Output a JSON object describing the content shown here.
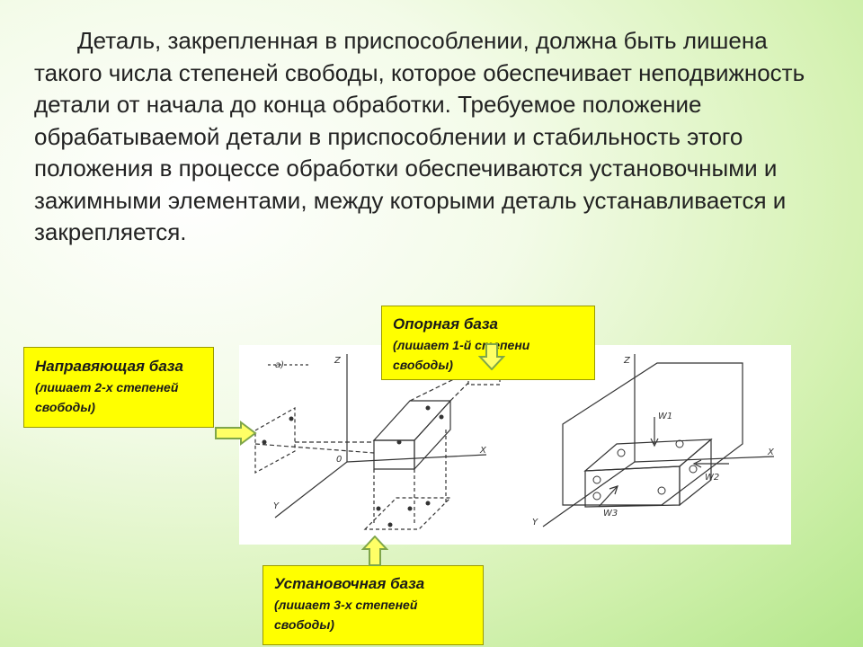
{
  "main_text": "Деталь, закрепленная в приспособлении, должна быть лишена такого числа степеней свободы, которое обеспечивает неподвижность детали от начала до конца обработки. Требуемое положение обрабатываемой детали в приспособлении и стабильность этого положения в процессе обработки обеспечиваются установочными и зажимными элементами, между которыми деталь устанавливается и закрепляется.",
  "callouts": {
    "guide": {
      "title": "Направяющая база",
      "note": "(лишает 2-х степеней свободы)"
    },
    "support": {
      "title": "Опорная база",
      "note": "(лишает 1-й степени свободы)"
    },
    "mount": {
      "title": "Установочная база",
      "note": "(лишает 3-х степеней свободы)"
    }
  },
  "figure_labels": {
    "fig_a": "а)",
    "z": "Z",
    "x": "X",
    "y": "Y",
    "o": "0",
    "w1": "W1",
    "w2": "W2",
    "w3": "W3"
  },
  "colors": {
    "callout_bg": "#ffff00",
    "arrow_fill": "#ffff66",
    "arrow_stroke": "#7fa64a"
  }
}
